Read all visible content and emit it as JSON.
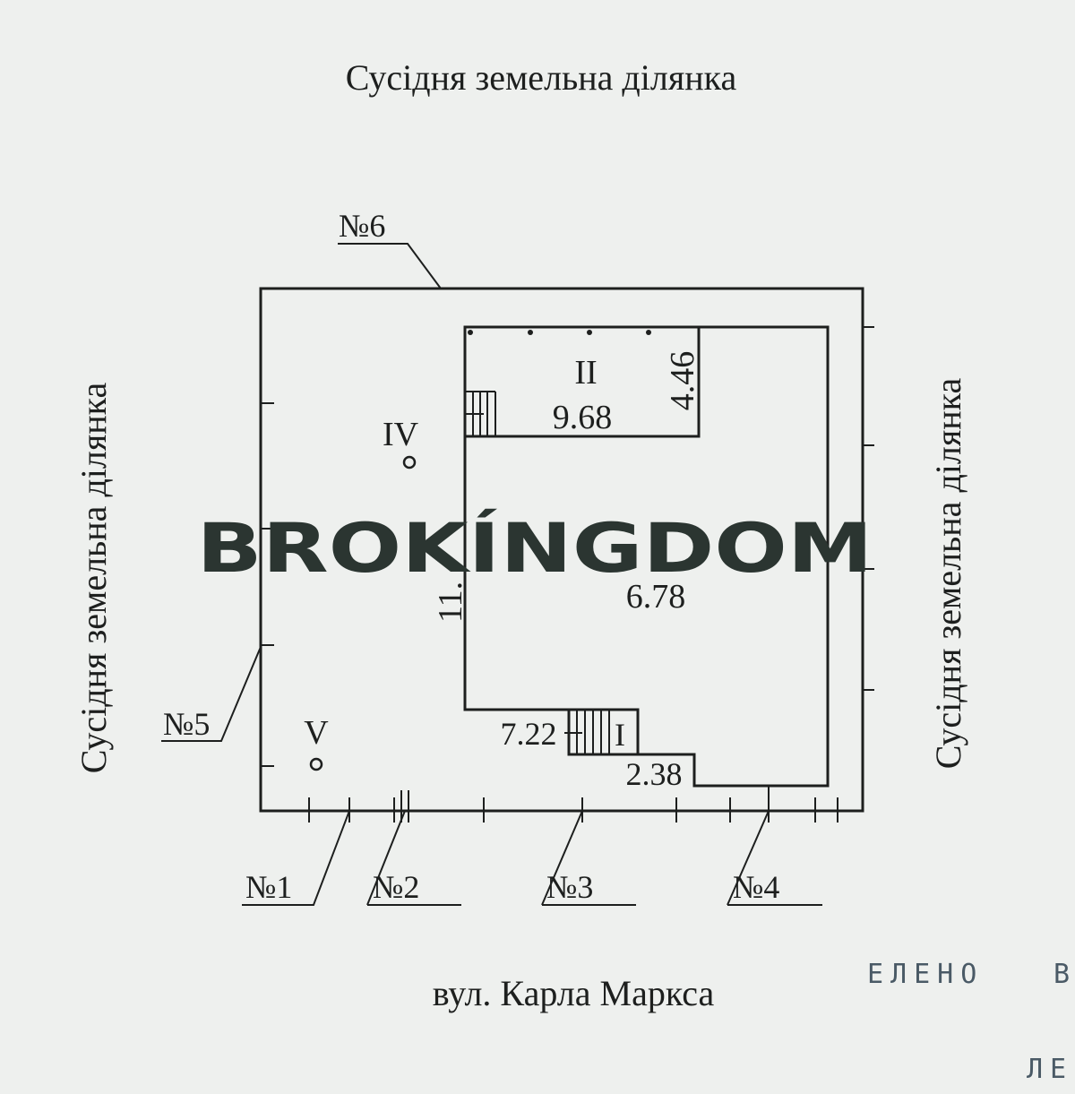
{
  "labels": {
    "top": "Сусідня земельна ділянка",
    "left": "Сусідня земельна ділянка",
    "right": "Сусідня земельна ділянка",
    "bottom": "вул. Карла Маркса"
  },
  "markers": [
    "№1",
    "№2",
    "№3",
    "№4",
    "№5",
    "№6"
  ],
  "rooms": {
    "r1": "I",
    "r2": "II",
    "r4": "IV",
    "r5": "V"
  },
  "dimensions": {
    "d968": "9.68",
    "d446": "4.46",
    "d678": "6.78",
    "d722": "7.22",
    "d238": "2.38",
    "d11": "11."
  },
  "stamp": {
    "line1": "ЕЛЕНО",
    "line1b": "В",
    "line2": "ЛЕ"
  },
  "watermark": "BROKÍNGDOM"
}
